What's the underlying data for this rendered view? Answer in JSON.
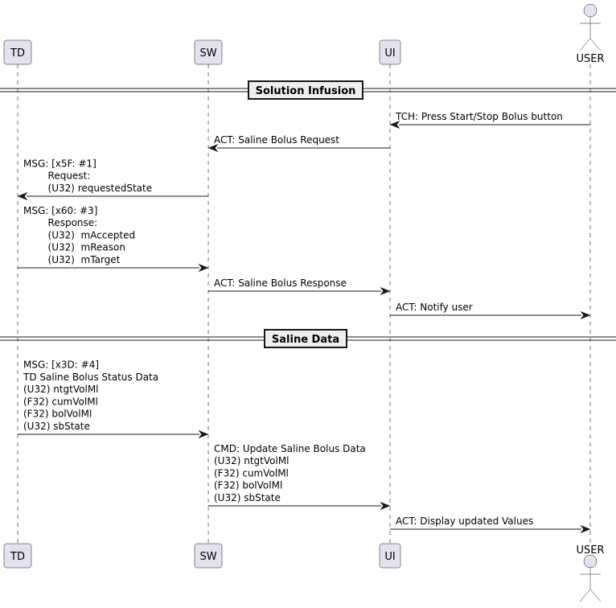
{
  "participants": [
    {
      "id": "TD",
      "label": "TD",
      "kind": "box"
    },
    {
      "id": "SW",
      "label": "SW",
      "kind": "box"
    },
    {
      "id": "UI",
      "label": "UI",
      "kind": "box"
    },
    {
      "id": "USER",
      "label": "USER",
      "kind": "actor"
    }
  ],
  "dividers": [
    {
      "label": "Solution Infusion"
    },
    {
      "label": "Saline Data"
    }
  ],
  "messages": [
    {
      "from": "USER",
      "to": "UI",
      "lines": [
        "TCH: Press Start/Stop Bolus button"
      ]
    },
    {
      "from": "UI",
      "to": "SW",
      "lines": [
        "ACT: Saline Bolus Request"
      ]
    },
    {
      "from": "SW",
      "to": "TD",
      "lines": [
        "MSG: [x5F: #1]",
        "        Request:",
        "        (U32) requestedState"
      ]
    },
    {
      "from": "TD",
      "to": "SW",
      "lines": [
        "MSG: [x60: #3]",
        "        Response:",
        "        (U32)  mAccepted",
        "        (U32)  mReason",
        "        (U32)  mTarget"
      ]
    },
    {
      "from": "SW",
      "to": "UI",
      "lines": [
        "ACT: Saline Bolus Response"
      ]
    },
    {
      "from": "UI",
      "to": "USER",
      "lines": [
        "ACT: Notify user"
      ]
    },
    {
      "from": "TD",
      "to": "SW",
      "lines": [
        "MSG: [x3D: #4]",
        "TD Saline Bolus Status Data",
        "(U32) ntgtVolMl",
        "(F32) cumVolMl",
        "(F32) bolVolMl",
        "(U32) sbState"
      ]
    },
    {
      "from": "SW",
      "to": "UI",
      "lines": [
        "CMD: Update Saline Bolus Data",
        "(U32) ntgtVolMl",
        "(F32) cumVolMl",
        "(F32) bolVolMl",
        "(U32) sbState"
      ]
    },
    {
      "from": "UI",
      "to": "USER",
      "lines": [
        "ACT: Display updated Values"
      ]
    }
  ]
}
